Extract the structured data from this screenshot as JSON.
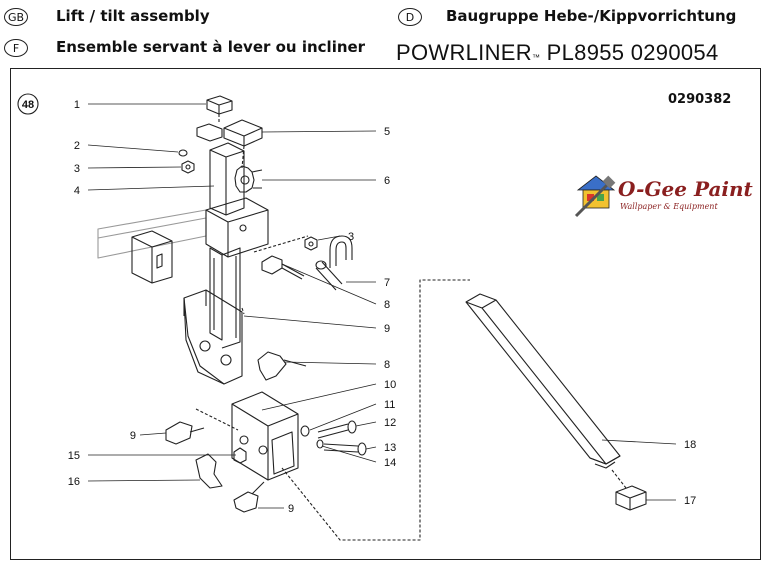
{
  "header": {
    "gb_badge": "GB",
    "gb_title": "Lift / tilt assembly",
    "f_badge": "F",
    "f_title": "Ensemble servant à lever ou incliner",
    "d_badge": "D",
    "d_title": "Baugruppe Hebe-/Kippvorrichtung",
    "model_name": "POWRLINER",
    "model_tm": "™",
    "model_numbers": "PL8955 0290054"
  },
  "diagram": {
    "page_number": "48",
    "assembly_code": "0290382",
    "callouts": [
      "1",
      "2",
      "3",
      "4",
      "5",
      "6",
      "3",
      "7",
      "8",
      "9",
      "8",
      "10",
      "11",
      "12",
      "13",
      "14",
      "15",
      "9",
      "16",
      "9",
      "18",
      "17"
    ]
  },
  "logo": {
    "title": "O-Gee Paint",
    "subtitle": "Wallpaper & Equipment"
  },
  "colors": {
    "line": "#222222",
    "logo": "#8a1f1f"
  }
}
